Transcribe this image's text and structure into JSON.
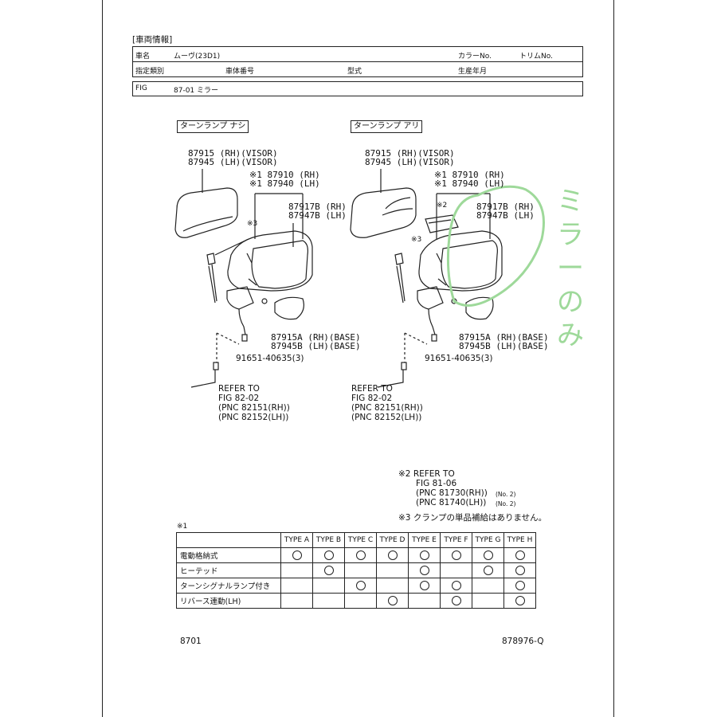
{
  "header": {
    "section_label": "[車両情報]",
    "row1": {
      "vehicle_label": "車名",
      "vehicle_value": "ムーヴ(23D1)",
      "color_label": "カラーNo.",
      "trim_label": "トリムNo."
    },
    "row2": {
      "category_label": "指定類別",
      "chassis_label": "車体番号",
      "model_label": "型式",
      "production_label": "生産年月"
    },
    "row3": {
      "fig_label": "FIG",
      "fig_value": "87-01 ミラー"
    }
  },
  "left_diagram": {
    "title": "ターンランプ ナシ",
    "visor": [
      "87915 (RH)(VISOR)",
      "87945 (LH)(VISOR)"
    ],
    "assy": [
      "※1 87910 (RH)",
      "※1 87940 (LH)"
    ],
    "glass": [
      "87917B (RH)",
      "87947B (LH)"
    ],
    "note3": "※3",
    "base": [
      "87915A (RH)(BASE)",
      "87945B (LH)(BASE)"
    ],
    "screw": "91651-40635(3)",
    "refer": [
      "REFER TO",
      "FIG  82-02",
      "(PNC 82151(RH))",
      "(PNC 82152(LH))"
    ]
  },
  "right_diagram": {
    "title": "ターンランプ アリ",
    "visor": [
      "87915 (RH)(VISOR)",
      "87945 (LH)(VISOR)"
    ],
    "assy": [
      "※1 87910 (RH)",
      "※1 87940 (LH)"
    ],
    "note2": "※2",
    "glass": [
      "87917B (RH)",
      "87947B (LH)"
    ],
    "note3": "※3",
    "base": [
      "87915A (RH)(BASE)",
      "87945B (LH)(BASE)"
    ],
    "screw": "91651-40635(3)",
    "refer": [
      "REFER TO",
      "FIG  82-02",
      "(PNC 82151(RH))",
      "(PNC 82152(LH))"
    ]
  },
  "handwritten_note": "ミラーのみ",
  "note2_block": {
    "lines": [
      "※2  REFER TO",
      "FIG  81-06",
      "(PNC 81730(RH))",
      "(PNC 81740(LH))"
    ],
    "nums": [
      "(No. 2)",
      "(No. 2)"
    ]
  },
  "note3_text": "※3 クランプの単品補給はありません。",
  "table": {
    "mark": "※1",
    "columns": [
      "TYPE A",
      "TYPE B",
      "TYPE C",
      "TYPE D",
      "TYPE E",
      "TYPE F",
      "TYPE G",
      "TYPE H"
    ],
    "rows": [
      {
        "feature": "電動格納式",
        "marks": [
          1,
          1,
          1,
          1,
          1,
          1,
          1,
          1
        ]
      },
      {
        "feature": "ヒーテッド",
        "marks": [
          0,
          1,
          0,
          0,
          1,
          0,
          1,
          1
        ]
      },
      {
        "feature": "ターンシグナルランプ付き",
        "marks": [
          0,
          0,
          1,
          0,
          1,
          1,
          0,
          1
        ]
      },
      {
        "feature": "リバース連動(LH)",
        "marks": [
          0,
          0,
          0,
          1,
          0,
          1,
          0,
          1
        ]
      }
    ]
  },
  "footer": {
    "left": "8701",
    "right": "878976-Q"
  },
  "colors": {
    "ink": "#222222",
    "handwriting": "#9ed99a"
  }
}
